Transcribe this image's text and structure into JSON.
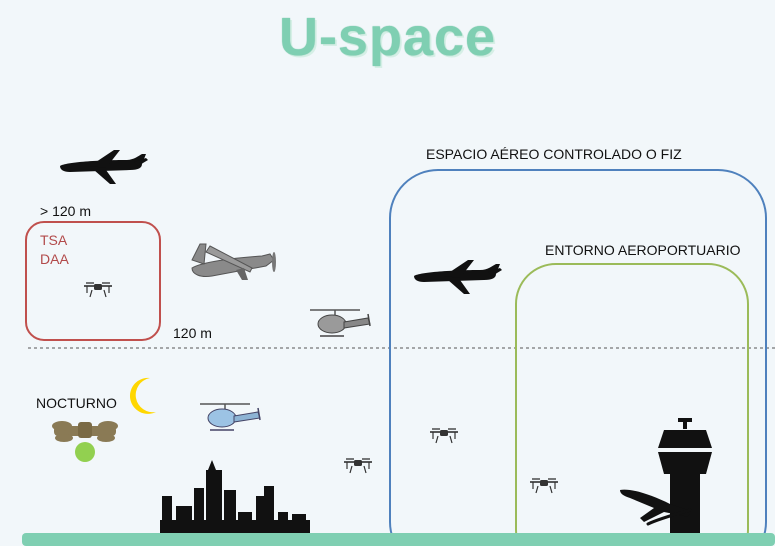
{
  "title": "U-space",
  "labels": {
    "above_120": "> 120 m",
    "tsa": "TSA",
    "daa": "DAA",
    "line_120": "120 m",
    "nocturno": "NOCTURNO",
    "controlled_airspace": "ESPACIO AÉREO CONTROLADO O FIZ",
    "airport_surroundings": "ENTORNO AEROPORTUARIO"
  },
  "colors": {
    "title": "#7fcfb2",
    "tsa_box": "#c0504d",
    "controlled_box": "#4f81bd",
    "airport_box": "#9bbb59",
    "ground": "#7fcfb2",
    "moon": "#ffd700",
    "night_drone": "#8a7a55",
    "night_light": "#92d050"
  },
  "icons": [
    "airliner-icon",
    "light-aircraft-icon",
    "helicopter-icon",
    "drone-icon",
    "moon-icon",
    "city-skyline-icon",
    "control-tower-icon",
    "landing-plane-icon"
  ]
}
